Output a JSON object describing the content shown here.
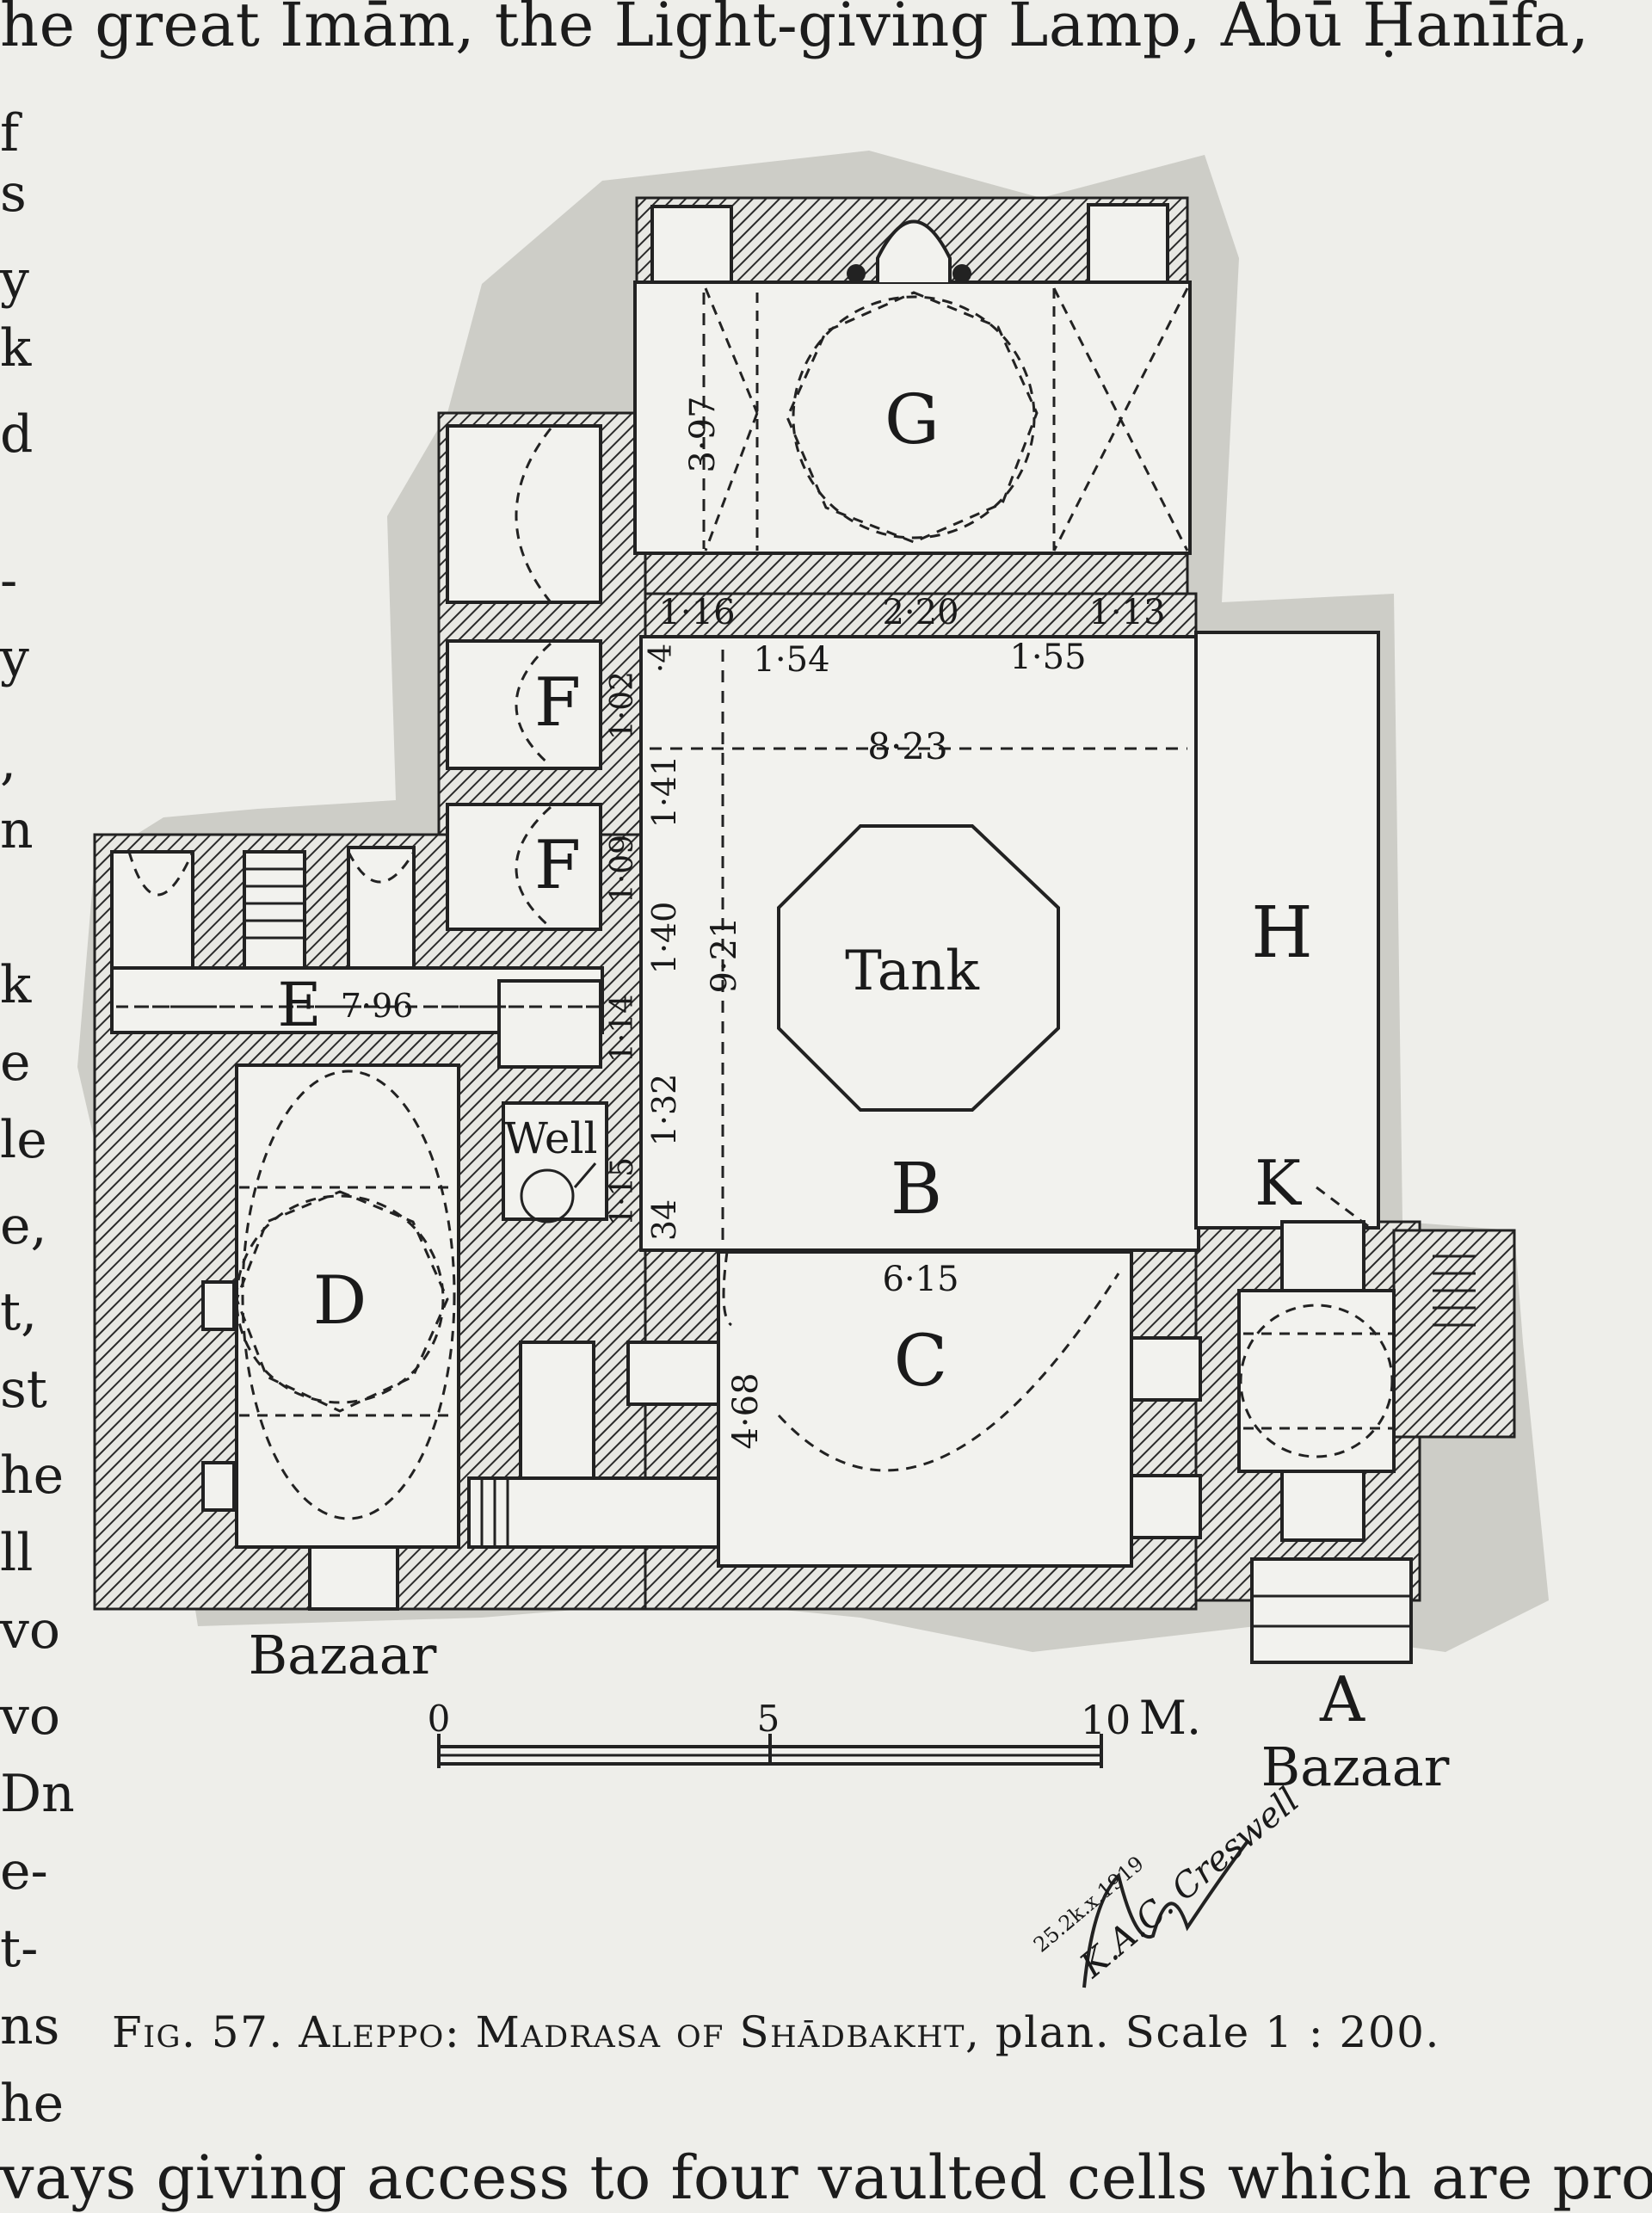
{
  "text_top": "he great Imām, the Light-giving Lamp, Abū Ḥanīfa,",
  "text_bottom": "vays giving access to four vaulted cells which are prob-",
  "left_margin_fragments": [
    "f",
    "s",
    "y",
    "k",
    "d",
    "-",
    "y",
    ",",
    "n",
    "k",
    "e",
    "le",
    "e,",
    "t,",
    "st",
    "he",
    "ll",
    "vo",
    "vo",
    "Dn",
    "e-",
    "t-",
    "ns",
    "he"
  ],
  "figure": {
    "labels": {
      "G": "G",
      "F1": "F",
      "F2": "F",
      "E": "E",
      "D": "D",
      "B": "B",
      "C": "C",
      "H": "H",
      "K": "K",
      "A": "A",
      "tank": "Tank",
      "well": "Well",
      "bazaar_left": "Bazaar",
      "bazaar_right": "Bazaar"
    },
    "dimensions": {
      "d397": "3·97",
      "d116": "1·16",
      "d220": "2·20",
      "d113": "1·13",
      "d154": "1·54",
      "d155": "1·55",
      "d4": "·4",
      "d823": "8·23",
      "d102": "1·02",
      "d141": "1·41",
      "d109": "1·09",
      "d140": "1·40",
      "d921": "9·21",
      "d796": "7·96",
      "d114": "1·14",
      "d132": "1·32",
      "d115": "1·15",
      "d34": "34",
      "d615": "6·15",
      "d468": "4·68"
    },
    "scale_bar": {
      "zero": "0",
      "five": "5",
      "ten": "10",
      "unit": "M."
    },
    "signature": {
      "date": "25.2k.x.1919",
      "name": "K.A.C. Creswell"
    }
  },
  "caption": {
    "fig": "Fig. 57.",
    "place": "Aleppo:",
    "title": "Madrasa of Shādbakht,",
    "plan": "plan.",
    "scale": "Scale 1 : 200."
  }
}
